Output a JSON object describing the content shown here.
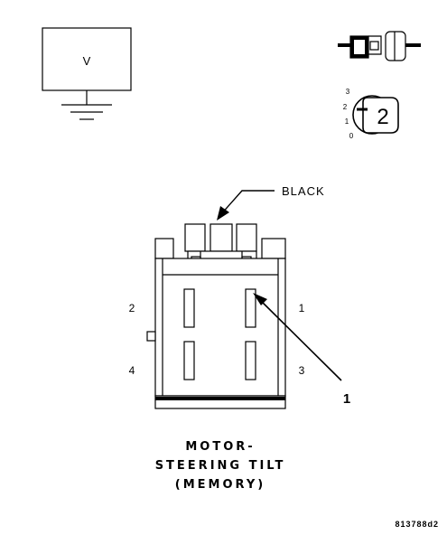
{
  "meter": {
    "label": "V"
  },
  "connector_icon": {
    "positions": [
      "3",
      "2",
      "1",
      "0"
    ],
    "key_label": "2"
  },
  "connector": {
    "color_label": "BLACK",
    "cavities": [
      "2",
      "1",
      "4",
      "3"
    ],
    "callout": "1",
    "title_lines": [
      "MOTOR-",
      "STEERING TILT",
      "(MEMORY)"
    ]
  },
  "figure_id": "813788d2"
}
